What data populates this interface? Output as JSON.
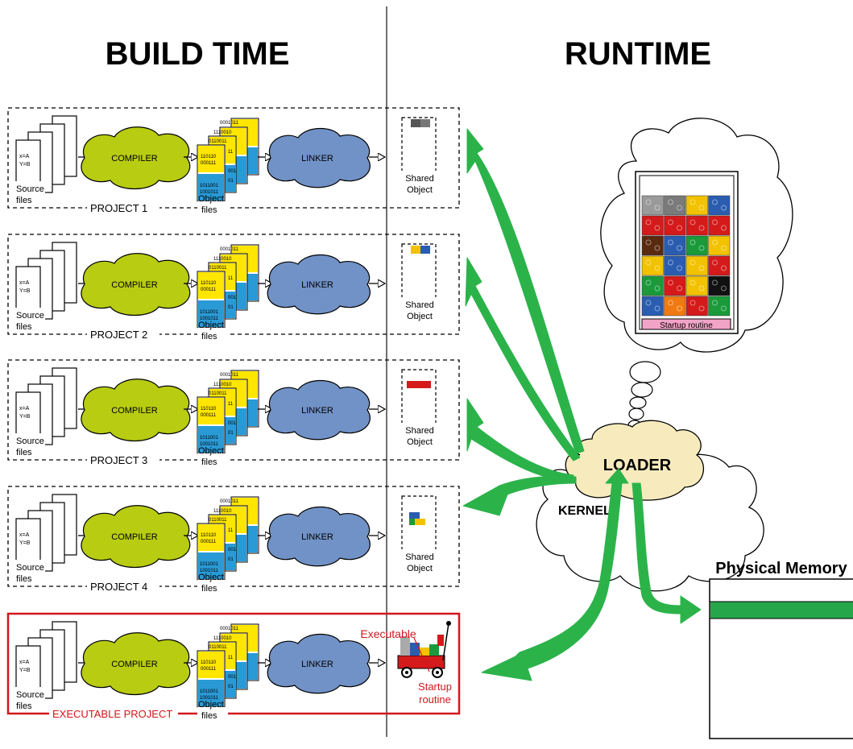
{
  "headers": {
    "build_time": "BUILD TIME",
    "runtime": "RUNTIME"
  },
  "projects": [
    {
      "name": "PROJECT 1",
      "output_label": [
        "Shared",
        "Object"
      ],
      "output_kind": "shared",
      "blocks": [
        "#555555",
        "#777777"
      ]
    },
    {
      "name": "PROJECT 2",
      "output_label": [
        "Shared",
        "Object"
      ],
      "output_kind": "shared",
      "blocks": [
        "#f2c200",
        "#2a5db0"
      ]
    },
    {
      "name": "PROJECT 3",
      "output_label": [
        "Shared",
        "Object"
      ],
      "output_kind": "shared",
      "blocks": [
        "#d41a1a",
        "#b01010"
      ]
    },
    {
      "name": "PROJECT 4",
      "output_label": [
        "Shared",
        "Object"
      ],
      "output_kind": "shared",
      "blocks": [
        "#2a5db0",
        "#f2c200",
        "#1a9a3a"
      ]
    },
    {
      "name": "EXECUTABLE PROJECT",
      "output_label": [
        "Executable"
      ],
      "output_kind": "executable",
      "blocks": []
    }
  ],
  "common": {
    "source_code_lines": [
      "x=A",
      "Y=B"
    ],
    "source_label": [
      "Source",
      "files"
    ],
    "compiler": "COMPILER",
    "linker": "LINKER",
    "object_label": [
      "Object",
      "files"
    ],
    "object_code_top": [
      "110110",
      "000111"
    ],
    "object_code_bottom": [
      "1011001",
      "1001011"
    ],
    "object_code_back": [
      "0001011",
      "1110010",
      "0110011"
    ],
    "object_code_side": [
      "11",
      "001",
      "01"
    ]
  },
  "runtime": {
    "loader": "LOADER",
    "kernel": "KERNEL",
    "startup_routine": "Startup routine",
    "startup_pointer": [
      "Startup",
      "routine"
    ],
    "physical_memory": "Physical Memory"
  },
  "colors": {
    "arrow_green": "#2bb34a",
    "compiler": "#b8cc12",
    "linker": "#7192c6",
    "loader": "#f7ebbd",
    "executable_border": "#d1171c",
    "label_red": "#d1171c",
    "startup_bg": "#f2a4c7",
    "object_yellow": "#ffe600",
    "object_blue": "#2a9ad6",
    "memory_band": "#26a64a"
  }
}
